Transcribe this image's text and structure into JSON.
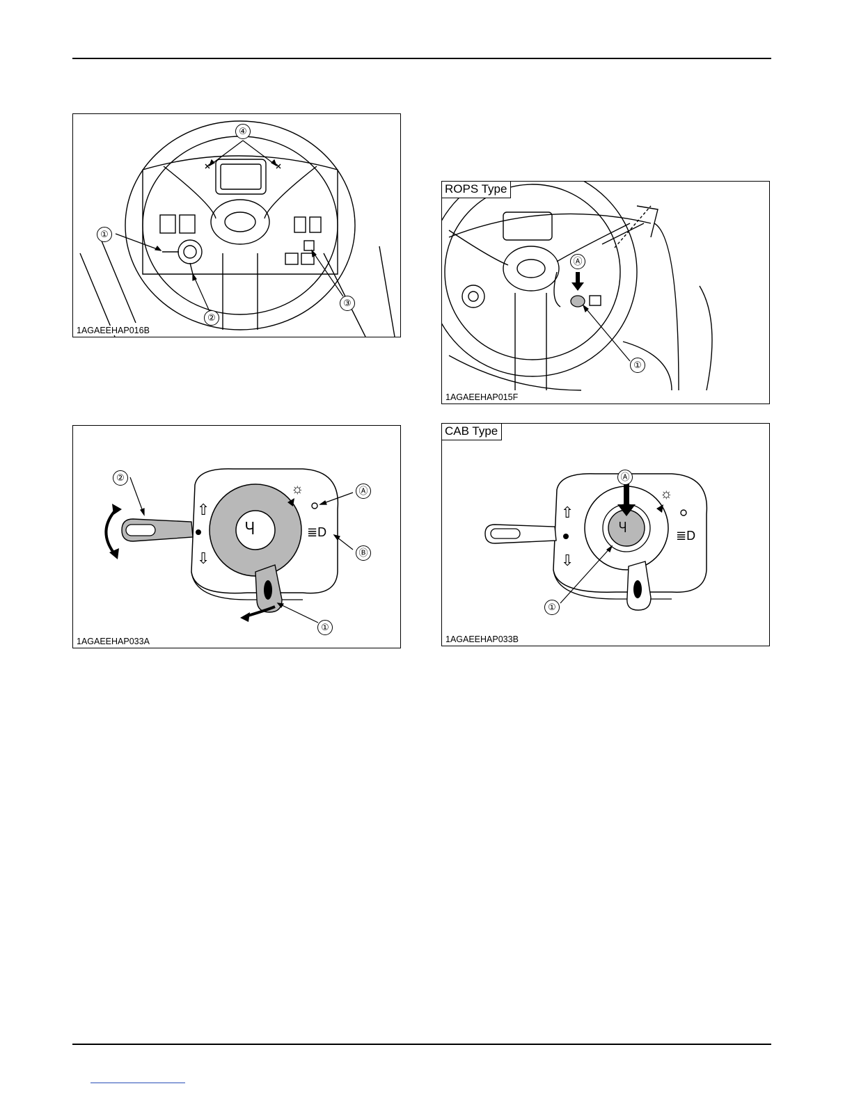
{
  "figures": {
    "fig1": {
      "code": "1AGAEEHAP016B",
      "callouts": [
        "①",
        "②",
        "③",
        "④"
      ]
    },
    "fig2": {
      "tag": "ROPS Type",
      "code": "1AGAEEHAP015F",
      "callouts": [
        "Ⓐ",
        "①"
      ]
    },
    "fig3": {
      "code": "1AGAEEHAP033A",
      "callouts": [
        "②",
        "Ⓐ",
        "Ⓑ",
        "①"
      ]
    },
    "fig4": {
      "tag": "CAB Type",
      "code": "1AGAEEHAP033B",
      "callouts": [
        "Ⓐ",
        "①"
      ]
    }
  },
  "icons": [
    "turn-up-arrow-icon",
    "turn-down-arrow-icon",
    "horn-icon",
    "work-light-icon",
    "headlight-icon"
  ],
  "colors": {
    "rule": "#000000",
    "footer_link": "#2a4fb8",
    "shade": "#b8b8b8"
  }
}
